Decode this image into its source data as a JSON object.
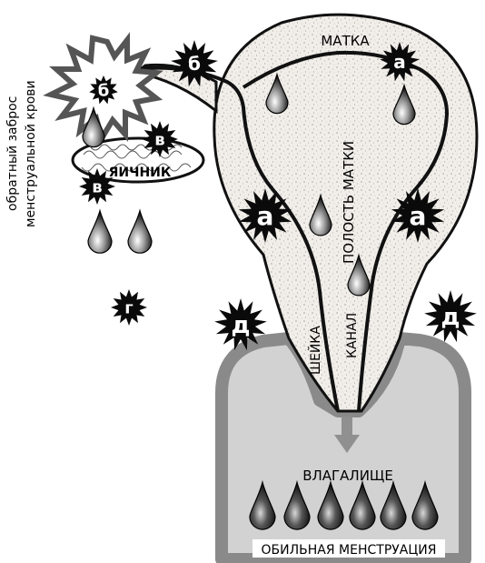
{
  "labels": {
    "uterus": "МАТКА",
    "cavity": "ПОЛОСТЬ МАТКИ",
    "ovary": "ЯИЧНИК",
    "cervix": "ШЕЙКА",
    "canal": "КАНАЛ",
    "vagina": "ВЛАГАЛИЩЕ",
    "heavy_menstruation": "ОБИЛЬНАЯ МЕНСТРУАЦИЯ",
    "retrograde_line1": "обратный заброс",
    "retrograde_line2": "менструальной крови"
  },
  "markers": {
    "a": "а",
    "b": "б",
    "v": "в",
    "g": "г",
    "d": "д"
  },
  "colors": {
    "uterus_fill": "#ece9e4",
    "outline": "#111111",
    "vagina_fill": "#d2d2d2",
    "vagina_wall": "#8a8a8a",
    "burst": "#0a0a0a",
    "arrow": "#909090"
  }
}
